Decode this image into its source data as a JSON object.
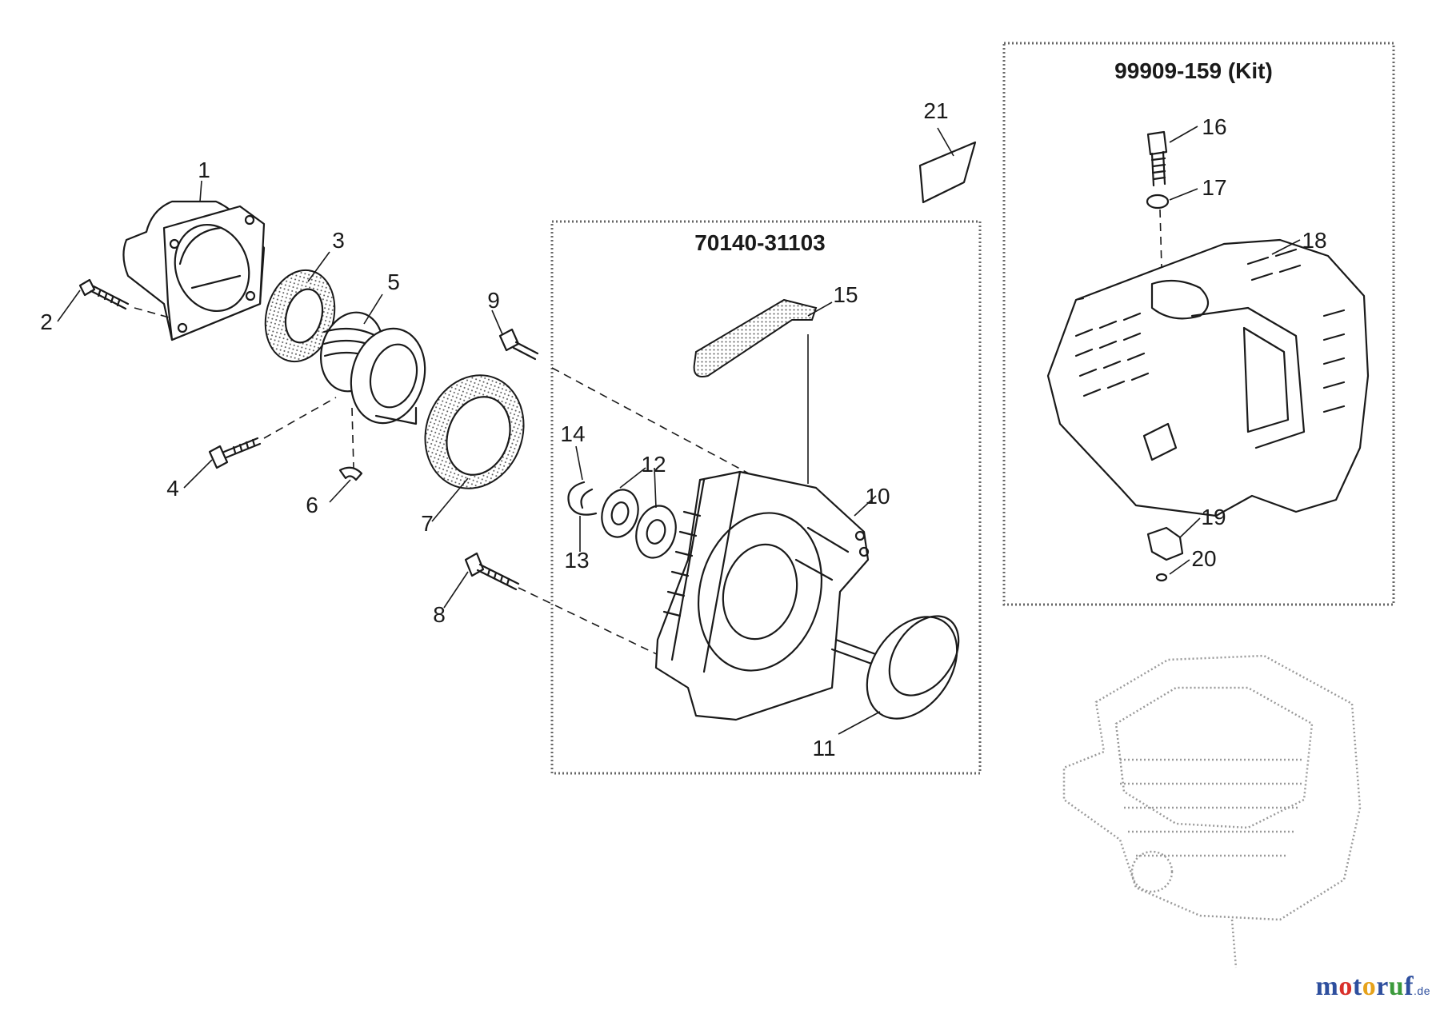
{
  "kits": [
    {
      "id": "kit-starter-case",
      "label": "70140-31103"
    },
    {
      "id": "kit-engine-cover",
      "label": "99909-159 (Kit)"
    }
  ],
  "callouts": [
    "1",
    "2",
    "3",
    "4",
    "5",
    "6",
    "7",
    "8",
    "9",
    "10",
    "11",
    "12",
    "13",
    "14",
    "15",
    "16",
    "17",
    "18",
    "19",
    "20",
    "21"
  ],
  "logo": {
    "letters": [
      "m",
      "o",
      "t",
      "o",
      "r",
      "u",
      "f"
    ],
    "suffix": ".de"
  },
  "colors": {
    "line": "#1a1a1a",
    "kit_border": "#666666",
    "ghost": "#9a9a9a",
    "logo_blue": "#2e4f9e",
    "logo_red": "#d9302a",
    "logo_orange": "#e6a21b",
    "logo_green": "#3b9a3b"
  }
}
